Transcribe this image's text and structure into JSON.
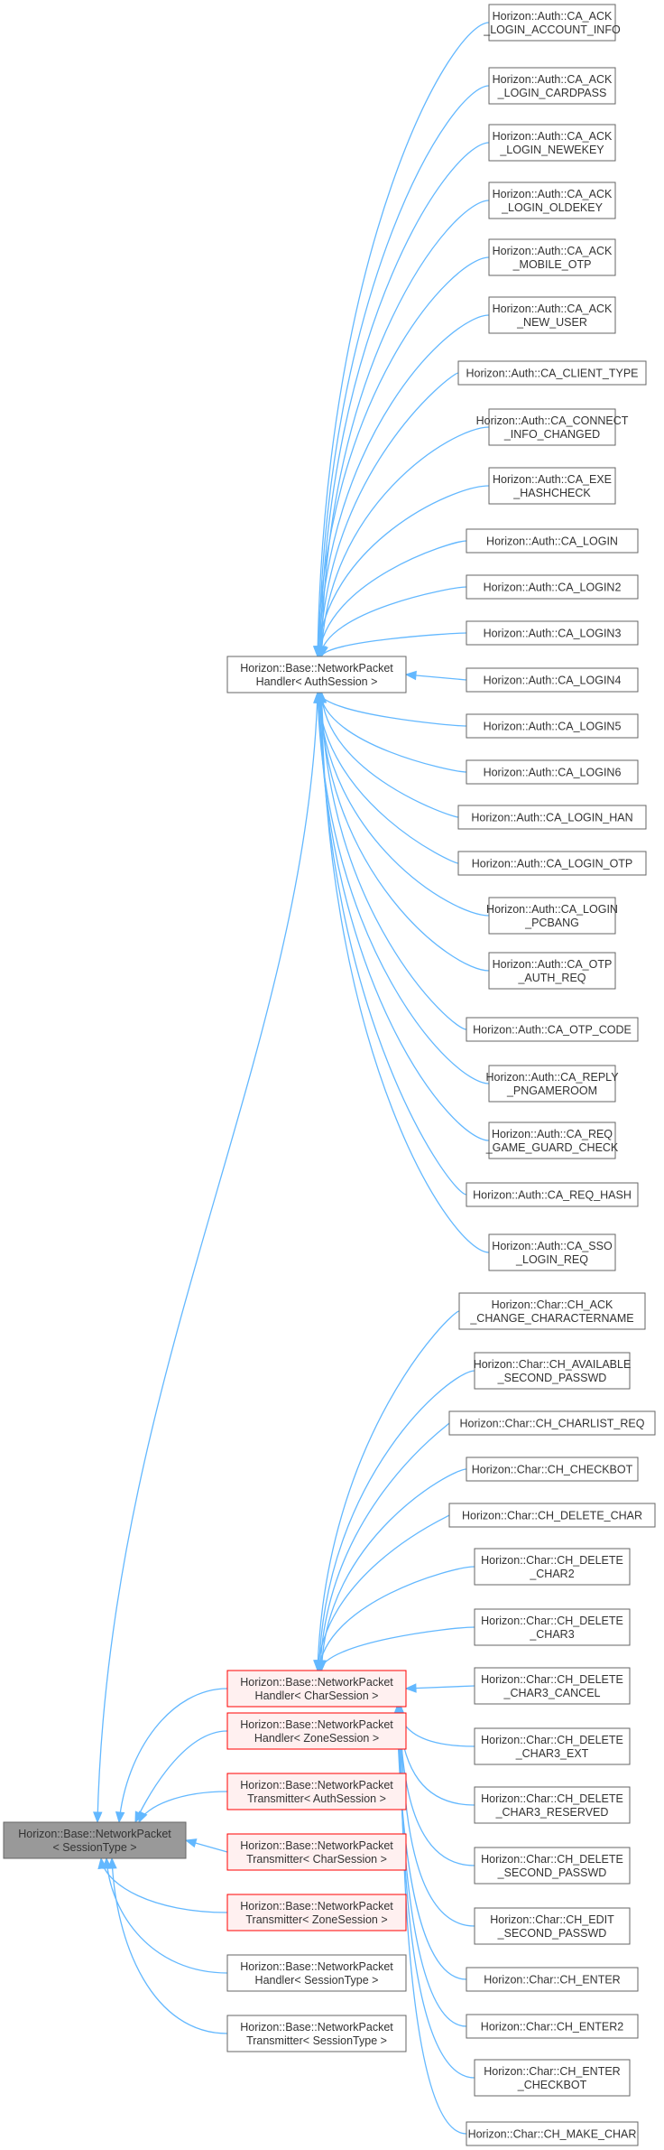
{
  "diagram": {
    "root": {
      "line1": "Horizon::Base::NetworkPacket",
      "line2": "< SessionType >"
    },
    "auth_handler": {
      "line1": "Horizon::Base::NetworkPacket",
      "line2": "Handler< AuthSession >"
    },
    "char_handler": {
      "line1": "Horizon::Base::NetworkPacket",
      "line2": "Handler< CharSession >"
    },
    "middle_nodes": [
      {
        "line1": "Horizon::Base::NetworkPacket",
        "line2": "Handler< ZoneSession >",
        "style": "red"
      },
      {
        "line1": "Horizon::Base::NetworkPacket",
        "line2": "Transmitter< AuthSession >",
        "style": "red"
      },
      {
        "line1": "Horizon::Base::NetworkPacket",
        "line2": "Transmitter< CharSession >",
        "style": "red"
      },
      {
        "line1": "Horizon::Base::NetworkPacket",
        "line2": "Transmitter< ZoneSession >",
        "style": "red"
      },
      {
        "line1": "Horizon::Base::NetworkPacket",
        "line2": "Handler< SessionType >",
        "style": "normal"
      },
      {
        "line1": "Horizon::Base::NetworkPacket",
        "line2": "Transmitter< SessionType >",
        "style": "normal"
      }
    ],
    "auth_children": [
      {
        "line1": "Horizon::Auth::CA_ACK",
        "line2": "_LOGIN_ACCOUNT_INFO"
      },
      {
        "line1": "Horizon::Auth::CA_ACK",
        "line2": "_LOGIN_CARDPASS"
      },
      {
        "line1": "Horizon::Auth::CA_ACK",
        "line2": "_LOGIN_NEWEKEY"
      },
      {
        "line1": "Horizon::Auth::CA_ACK",
        "line2": "_LOGIN_OLDEKEY"
      },
      {
        "line1": "Horizon::Auth::CA_ACK",
        "line2": "_MOBILE_OTP"
      },
      {
        "line1": "Horizon::Auth::CA_ACK",
        "line2": "_NEW_USER"
      },
      {
        "line1": "Horizon::Auth::CA_CLIENT_TYPE",
        "line2": ""
      },
      {
        "line1": "Horizon::Auth::CA_CONNECT",
        "line2": "_INFO_CHANGED"
      },
      {
        "line1": "Horizon::Auth::CA_EXE",
        "line2": "_HASHCHECK"
      },
      {
        "line1": "Horizon::Auth::CA_LOGIN",
        "line2": ""
      },
      {
        "line1": "Horizon::Auth::CA_LOGIN2",
        "line2": ""
      },
      {
        "line1": "Horizon::Auth::CA_LOGIN3",
        "line2": ""
      },
      {
        "line1": "Horizon::Auth::CA_LOGIN4",
        "line2": ""
      },
      {
        "line1": "Horizon::Auth::CA_LOGIN5",
        "line2": ""
      },
      {
        "line1": "Horizon::Auth::CA_LOGIN6",
        "line2": ""
      },
      {
        "line1": "Horizon::Auth::CA_LOGIN_HAN",
        "line2": ""
      },
      {
        "line1": "Horizon::Auth::CA_LOGIN_OTP",
        "line2": ""
      },
      {
        "line1": "Horizon::Auth::CA_LOGIN",
        "line2": "_PCBANG"
      },
      {
        "line1": "Horizon::Auth::CA_OTP",
        "line2": "_AUTH_REQ"
      },
      {
        "line1": "Horizon::Auth::CA_OTP_CODE",
        "line2": ""
      },
      {
        "line1": "Horizon::Auth::CA_REPLY",
        "line2": "_PNGAMEROOM"
      },
      {
        "line1": "Horizon::Auth::CA_REQ",
        "line2": "_GAME_GUARD_CHECK"
      },
      {
        "line1": "Horizon::Auth::CA_REQ_HASH",
        "line2": ""
      },
      {
        "line1": "Horizon::Auth::CA_SSO",
        "line2": "_LOGIN_REQ"
      }
    ],
    "char_children": [
      {
        "line1": "Horizon::Char::CH_ACK",
        "line2": "_CHANGE_CHARACTERNAME"
      },
      {
        "line1": "Horizon::Char::CH_AVAILABLE",
        "line2": "_SECOND_PASSWD"
      },
      {
        "line1": "Horizon::Char::CH_CHARLIST_REQ",
        "line2": ""
      },
      {
        "line1": "Horizon::Char::CH_CHECKBOT",
        "line2": ""
      },
      {
        "line1": "Horizon::Char::CH_DELETE_CHAR",
        "line2": ""
      },
      {
        "line1": "Horizon::Char::CH_DELETE",
        "line2": "_CHAR2"
      },
      {
        "line1": "Horizon::Char::CH_DELETE",
        "line2": "_CHAR3"
      },
      {
        "line1": "Horizon::Char::CH_DELETE",
        "line2": "_CHAR3_CANCEL"
      },
      {
        "line1": "Horizon::Char::CH_DELETE",
        "line2": "_CHAR3_EXT"
      },
      {
        "line1": "Horizon::Char::CH_DELETE",
        "line2": "_CHAR3_RESERVED"
      },
      {
        "line1": "Horizon::Char::CH_DELETE",
        "line2": "_SECOND_PASSWD"
      },
      {
        "line1": "Horizon::Char::CH_EDIT",
        "line2": "_SECOND_PASSWD"
      },
      {
        "line1": "Horizon::Char::CH_ENTER",
        "line2": ""
      },
      {
        "line1": "Horizon::Char::CH_ENTER2",
        "line2": ""
      },
      {
        "line1": "Horizon::Char::CH_ENTER",
        "line2": "_CHECKBOT"
      },
      {
        "line1": "Horizon::Char::CH_MAKE_CHAR",
        "line2": ""
      }
    ],
    "colors": {
      "edge": "#63b8ff",
      "node_border": "#666666",
      "red_border": "#ff0000",
      "red_fill": "#fff0f0",
      "root_fill": "#999999"
    }
  }
}
